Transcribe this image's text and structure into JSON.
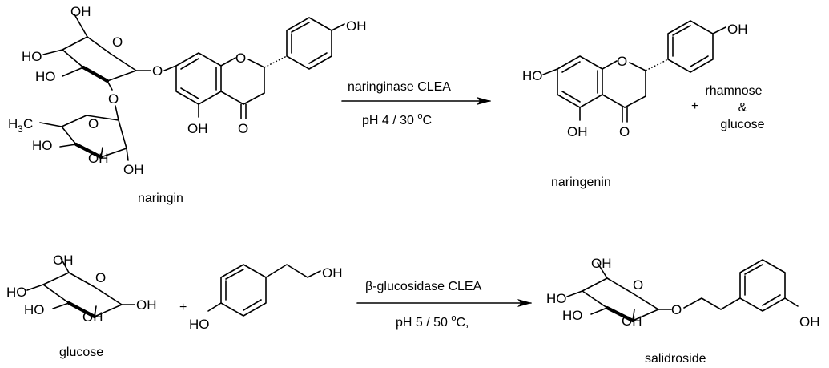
{
  "reaction1": {
    "reactant": {
      "name": "naringin"
    },
    "conditions": {
      "catalyst": "naringinase CLEA",
      "ph_temp": "pH 4 / 30 ",
      "degree": "o",
      "unit": "C"
    },
    "product": {
      "name": "naringenin"
    },
    "plus": "+",
    "byproducts": {
      "line1": "rhamnose",
      "line2": "&",
      "line3": "glucose"
    }
  },
  "reaction2": {
    "reactant1": {
      "name": "glucose"
    },
    "plus": "+",
    "conditions": {
      "catalyst": "β-glucosidase CLEA",
      "ph_temp": "pH 5 / 50 ",
      "degree": "o",
      "unit": "C,"
    },
    "product": {
      "name": "salidroside"
    }
  },
  "atoms": {
    "oh": "OH",
    "ho": "HO",
    "o": "O",
    "h3c": "H",
    "h3c_sub": "3",
    "h3c_c": "C"
  }
}
